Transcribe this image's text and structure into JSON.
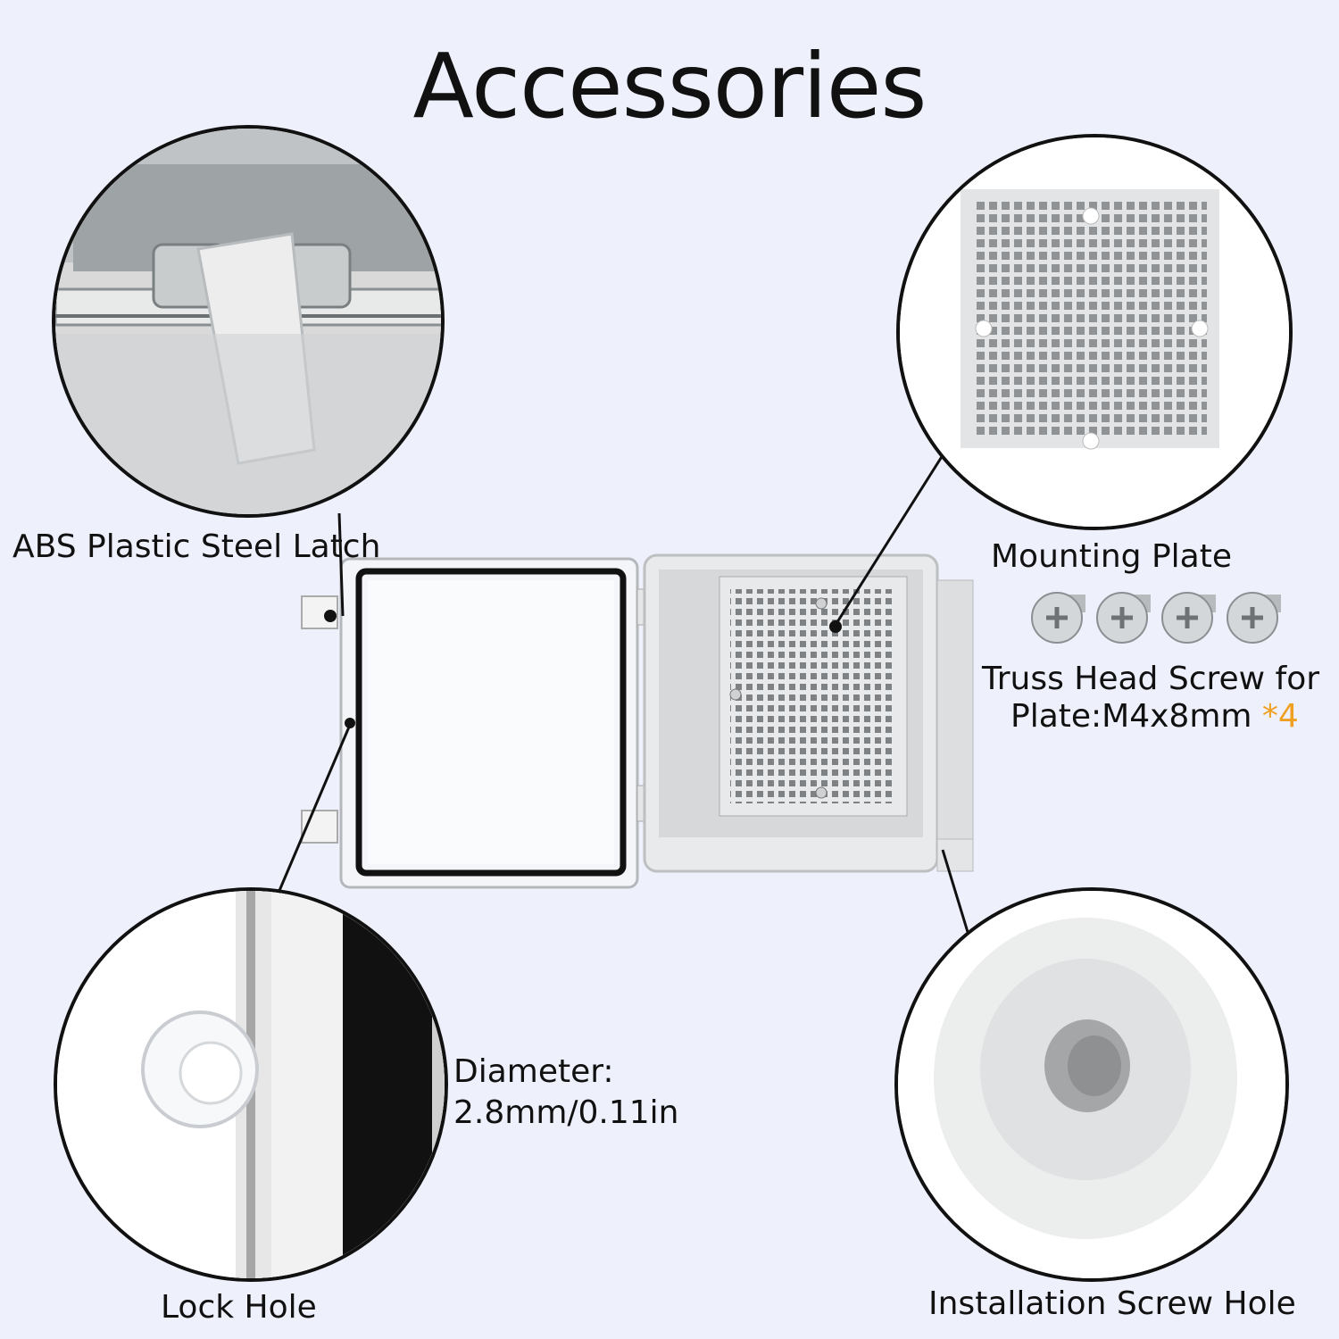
{
  "title": "Accessories",
  "labels": {
    "latch": "ABS Plastic Steel Latch",
    "mounting_plate": "Mounting Plate",
    "screws_line1": "Truss Head Screw for",
    "screws_line2": "Plate:M4x8mm ",
    "screws_qty": "*4",
    "diameter_line1": "Diameter:",
    "diameter_line2": "2.8mm/0.11in",
    "lock_hole": "Lock Hole",
    "install_hole": "Installation Screw Hole"
  },
  "colors": {
    "background": "#eef0fb",
    "accent": "#f0a020",
    "text": "#111111"
  },
  "icons": [
    "latch-photo",
    "mounting-plate-photo",
    "screw-icon",
    "lock-hole-photo",
    "screw-hole-photo",
    "enclosure-photo"
  ]
}
